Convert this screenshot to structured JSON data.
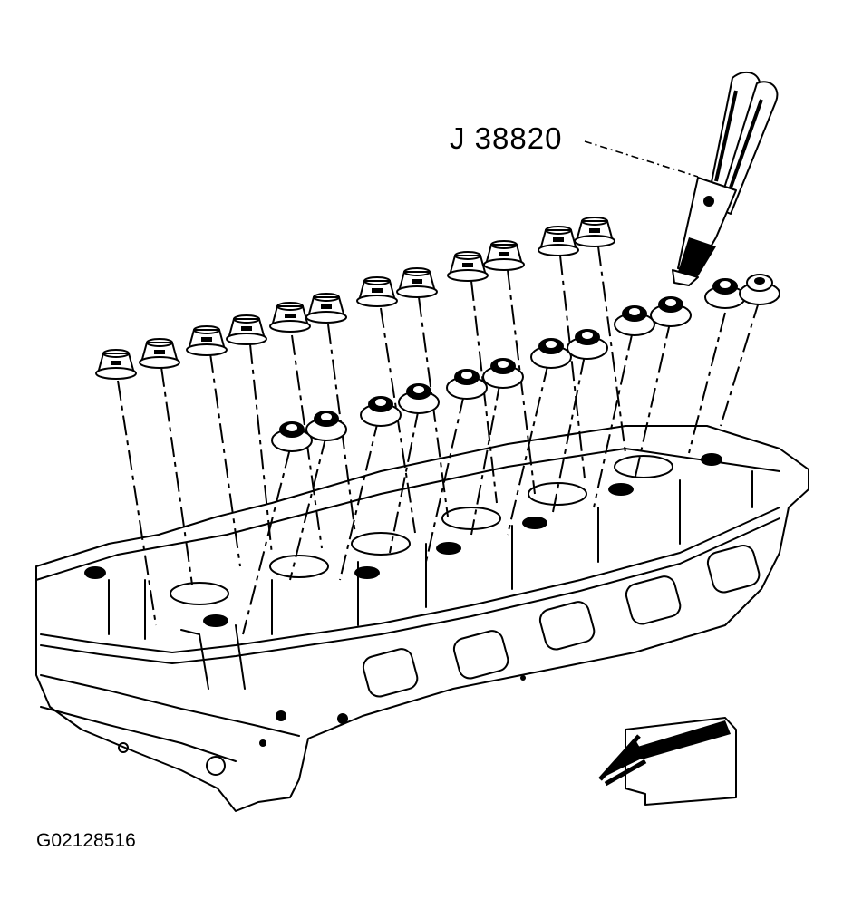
{
  "labels": {
    "tool_number": "J 38820",
    "figure_id": "G02128516"
  },
  "parts": {
    "upper_row_name": "valve-stem-oil-seal",
    "lower_row_name": "valve-spring-seat",
    "tool_name": "seal-installer-pliers",
    "assembly_name": "cylinder-head",
    "arrow_name": "front-direction-arrow"
  }
}
